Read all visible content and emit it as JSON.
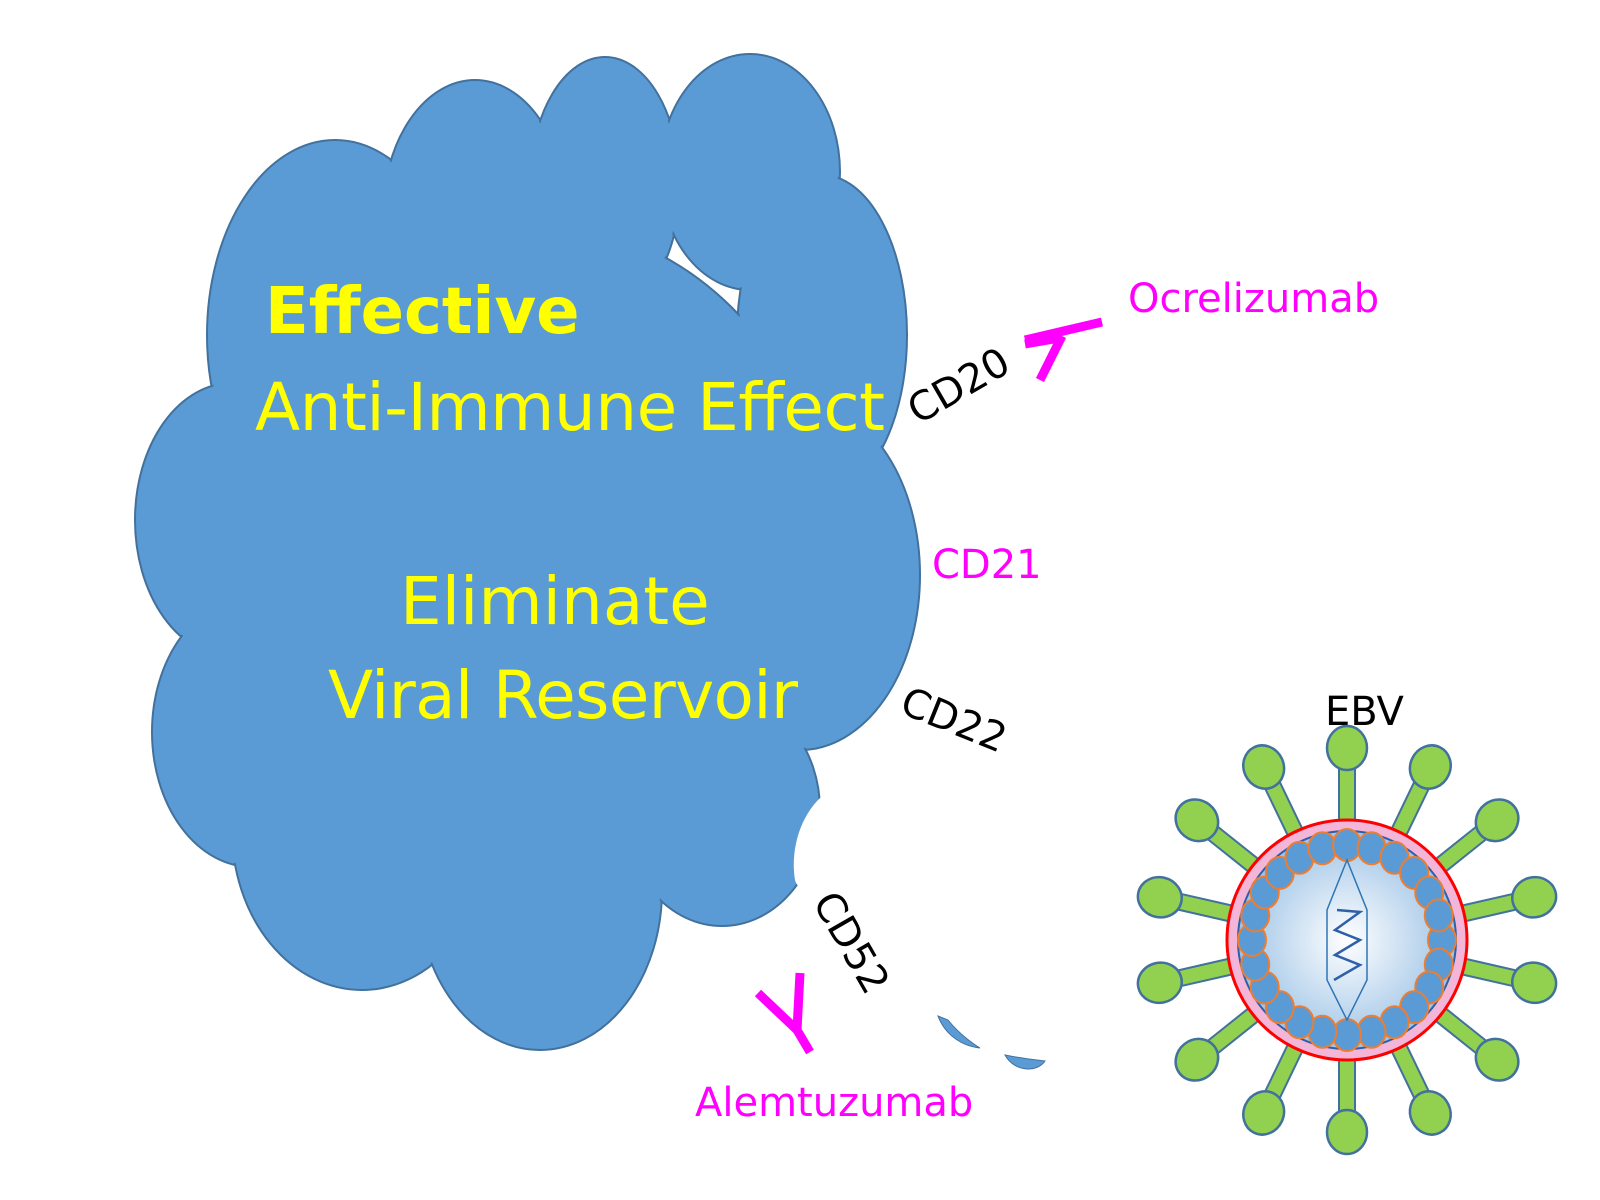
{
  "cloud": {
    "line1": "Effective",
    "line2": "Anti-Immune Effect",
    "line3": "Eliminate",
    "line4": "Viral Reservoir",
    "fill": "#5b9bd5",
    "stroke": "#41719c",
    "text_color": "#ffff00"
  },
  "markers": {
    "cd20": "CD20",
    "cd21": "CD21",
    "cd22": "CD22",
    "cd52": "CD52"
  },
  "antibodies": {
    "ocrelizumab": "Ocrelizumab",
    "alemtuzumab": "Alemtuzumab",
    "color": "#ff00ff"
  },
  "virus": {
    "label": "EBV",
    "spike_color": "#92d050",
    "envelope_color": "#ff0000",
    "capsomere_color": "#5b9bd5"
  }
}
